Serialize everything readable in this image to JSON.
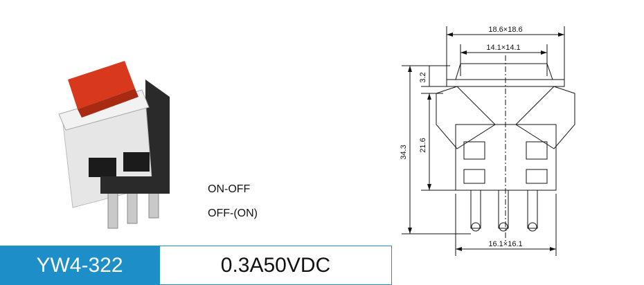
{
  "modes": [
    "ON-OFF",
    "OFF-(ON)"
  ],
  "model": "YW4-322",
  "rating": "0.3A50VDC",
  "dimensions": {
    "outer_width": "18.6×18.6",
    "cap_width": "14.1×14.1",
    "base_width": "16.1×16.1",
    "cap_height": "3.2",
    "total_height": "34.3",
    "body_height": "21.6"
  },
  "colors": {
    "accent": "#1e8ec9",
    "cap": "#d8391c"
  }
}
